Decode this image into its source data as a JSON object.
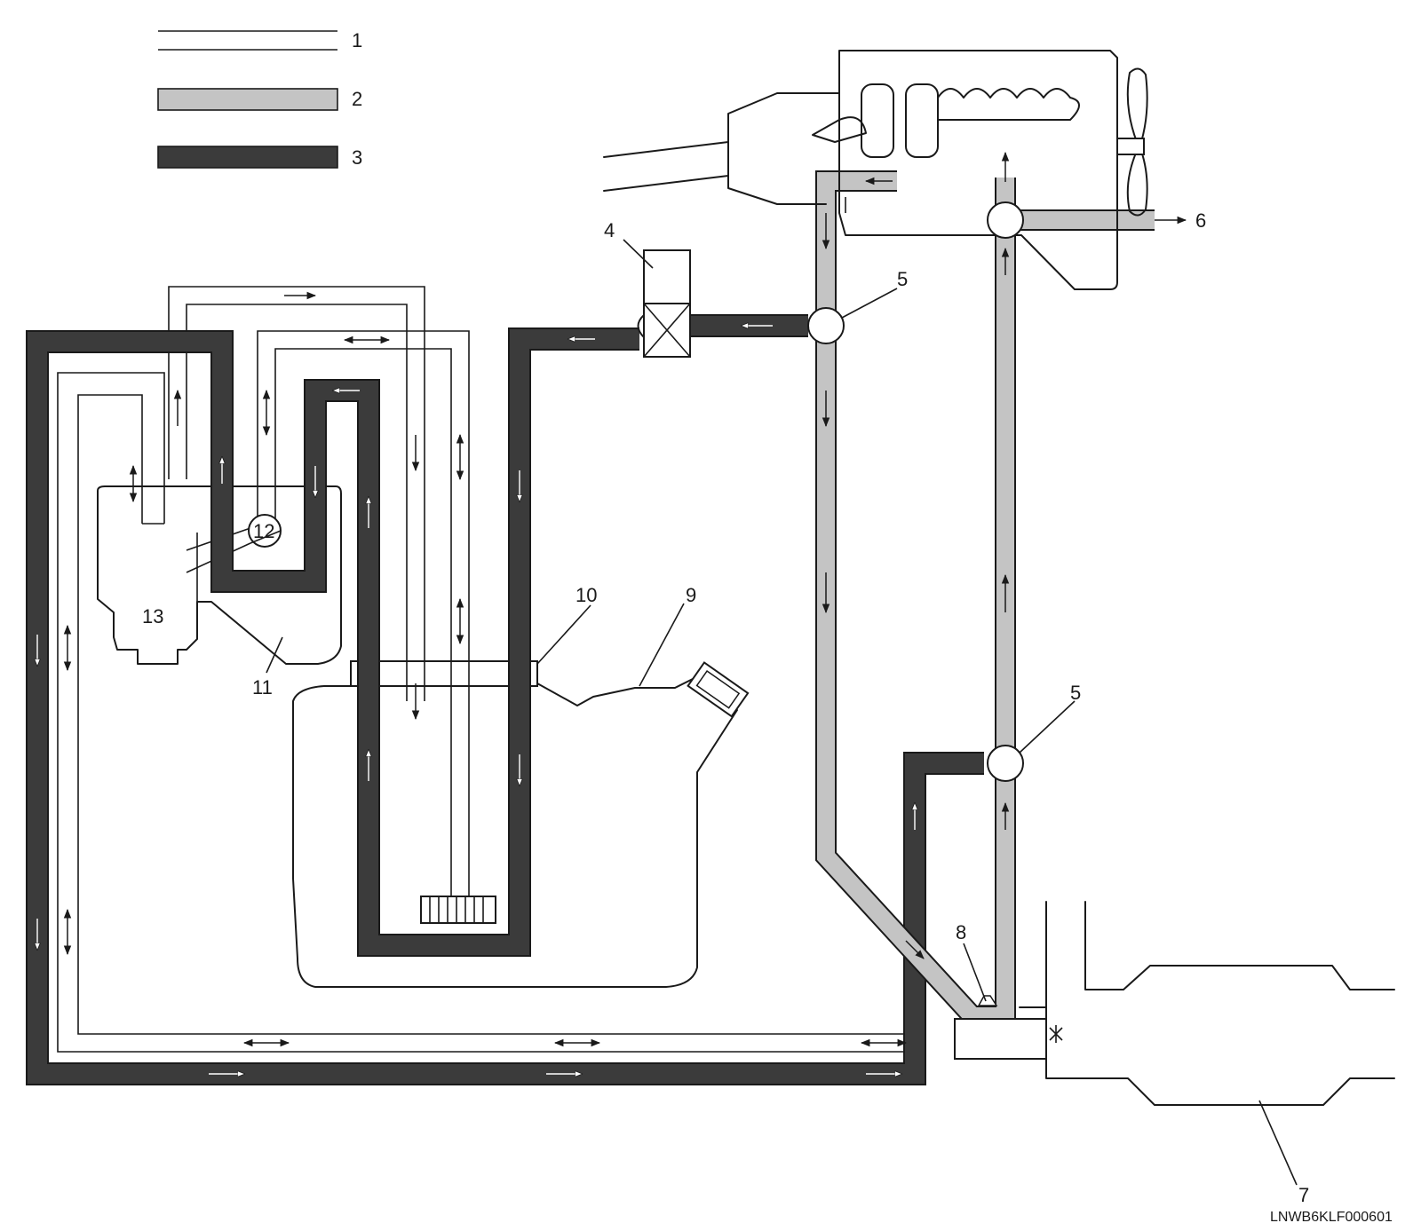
{
  "legend": [
    {
      "number": "1",
      "style": "line",
      "color": "#ffffff"
    },
    {
      "number": "2",
      "style": "pipe",
      "color": "#c4c4c4"
    },
    {
      "number": "3",
      "style": "pipe",
      "color": "#3b3b3b"
    }
  ],
  "callouts": [
    "4",
    "5",
    "5",
    "6",
    "7",
    "8",
    "9",
    "10",
    "11",
    "12",
    "13"
  ],
  "figure_code": "LNWB6KLF000601",
  "colors": {
    "dark_pipe": "#3b3b3b",
    "gray_pipe": "#c4c4c4",
    "outline": "#1a1a1a"
  }
}
